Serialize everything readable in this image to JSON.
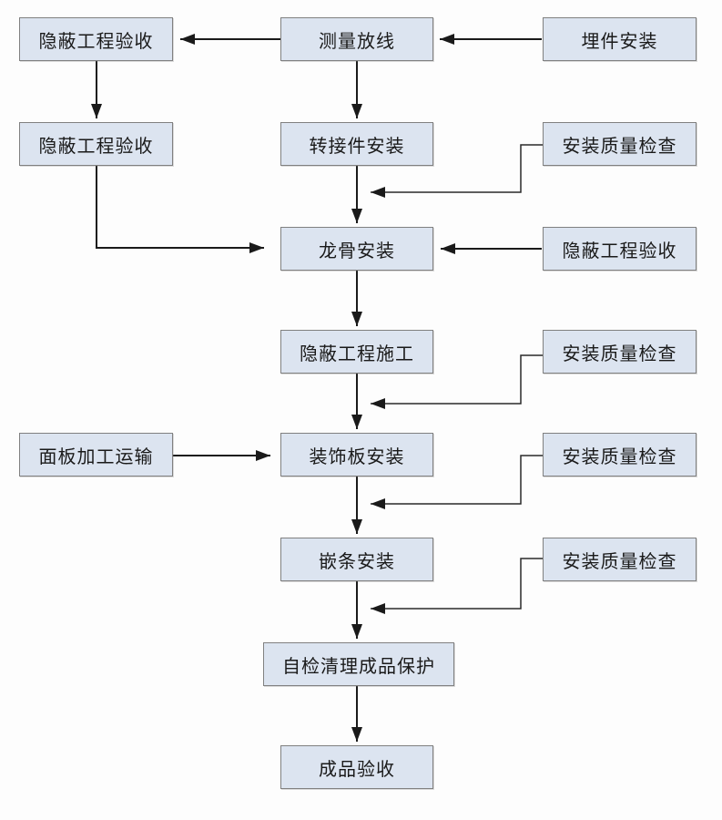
{
  "nodes": [
    {
      "label": "隐蔽工程验收"
    },
    {
      "label": "测量放线"
    },
    {
      "label": "埋件安装"
    },
    {
      "label": "隐蔽工程验收"
    },
    {
      "label": "转接件安装"
    },
    {
      "label": "安装质量检查"
    },
    {
      "label": "龙骨安装"
    },
    {
      "label": "隐蔽工程验收"
    },
    {
      "label": "隐蔽工程施工"
    },
    {
      "label": "安装质量检查"
    },
    {
      "label": "面板加工运输"
    },
    {
      "label": "装饰板安装"
    },
    {
      "label": "安装质量检查"
    },
    {
      "label": "嵌条安装"
    },
    {
      "label": "安装质量检查"
    },
    {
      "label": "自检清理成品保护"
    },
    {
      "label": "成品验收"
    }
  ],
  "edges": [
    {
      "from": "埋件安装",
      "to": "测量放线"
    },
    {
      "from": "测量放线",
      "to": "隐蔽工程验收"
    },
    {
      "from": "隐蔽工程验收",
      "to": "隐蔽工程验收"
    },
    {
      "from": "测量放线",
      "to": "转接件安装"
    },
    {
      "from": "转接件安装",
      "to": "龙骨安装"
    },
    {
      "from": "安装质量检查",
      "to": "转接件安装→龙骨安装"
    },
    {
      "from": "隐蔽工程验收",
      "to": "龙骨安装"
    },
    {
      "from": "隐蔽工程验收",
      "to": "龙骨安装"
    },
    {
      "from": "龙骨安装",
      "to": "隐蔽工程施工"
    },
    {
      "from": "隐蔽工程施工",
      "to": "装饰板安装"
    },
    {
      "from": "安装质量检查",
      "to": "隐蔽工程施工→装饰板安装"
    },
    {
      "from": "面板加工运输",
      "to": "装饰板安装"
    },
    {
      "from": "装饰板安装",
      "to": "嵌条安装"
    },
    {
      "from": "安装质量检查",
      "to": "装饰板安装→嵌条安装"
    },
    {
      "from": "嵌条安装",
      "to": "自检清理成品保护"
    },
    {
      "from": "安装质量检查",
      "to": "嵌条安装→自检清理成品保护"
    },
    {
      "from": "自检清理成品保护",
      "to": "成品验收"
    }
  ],
  "colors": {
    "node_fill": "#dce4f0",
    "node_border": "#808080",
    "line": "#1a1a1a",
    "background": "#fdfdfd",
    "text": "#1a1a1a"
  }
}
